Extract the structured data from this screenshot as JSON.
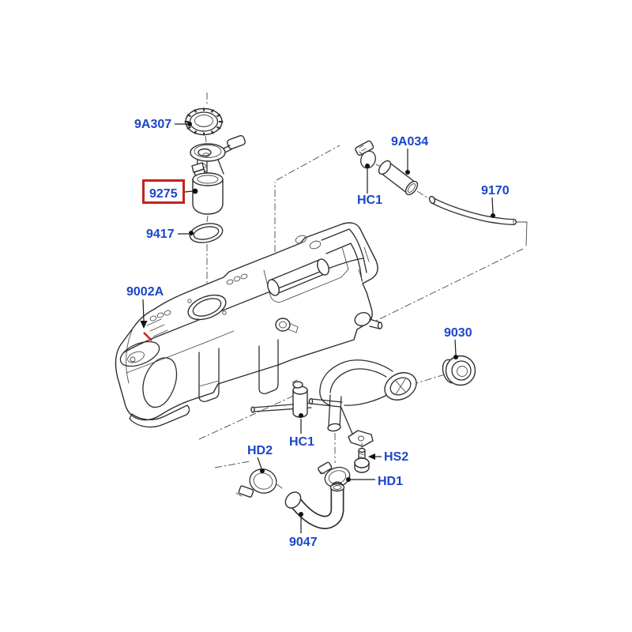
{
  "diagram": {
    "background_color": "#ffffff",
    "label_color": "#1a46c8",
    "highlight_box_color": "#c32222",
    "red_mark_color": "#d42020",
    "parts": [
      {
        "label": "9A307",
        "name": "fuel-pump-locking-ring"
      },
      {
        "label": "9275",
        "name": "fuel-pump-module",
        "highlighted": true
      },
      {
        "label": "9417",
        "name": "fuel-pump-seal"
      },
      {
        "label": "9002A",
        "name": "fuel-tank"
      },
      {
        "label": "HC1",
        "name": "hose-clamp-upper"
      },
      {
        "label": "9A034",
        "name": "vent-hose"
      },
      {
        "label": "9170",
        "name": "vent-tube"
      },
      {
        "label": "9030",
        "name": "fuel-filler-cap"
      },
      {
        "label": "HC1",
        "name": "hose-clamp-lower"
      },
      {
        "label": "HD2",
        "name": "hose-clamp-hd2"
      },
      {
        "label": "HS2",
        "name": "bracket-screw"
      },
      {
        "label": "HD1",
        "name": "hose-clamp-hd1"
      },
      {
        "label": "9047",
        "name": "filler-hose"
      }
    ]
  }
}
